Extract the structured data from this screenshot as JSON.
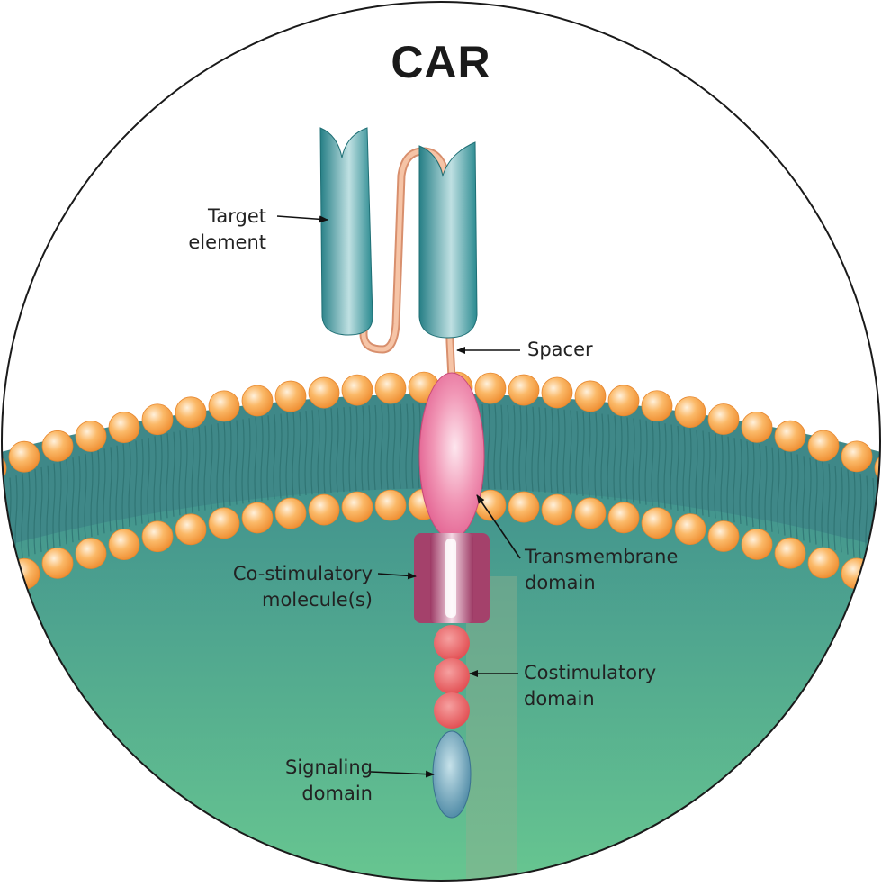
{
  "title": "CAR",
  "labels": {
    "target_element": [
      "Target",
      "element"
    ],
    "spacer": [
      "Spacer"
    ],
    "transmembrane_domain": [
      "Transmembrane",
      "domain"
    ],
    "co_stimulatory_molecules": [
      "Co-stimulatory",
      "molecule(s)"
    ],
    "costimulatory_domain": [
      "Costimulatory",
      "domain"
    ],
    "signaling_domain": [
      "Signaling",
      "domain"
    ]
  },
  "colors": {
    "lipid_head": "#f6a24a",
    "membrane_core": "#3f8b8a",
    "cytoplasm_top": "#3e8f8e",
    "cytoplasm_bottom": "#66c58e",
    "target_element": "#2d8d93",
    "spacer": "#f4b895",
    "transmembrane": "#e76992",
    "co_stimulatory": "#a8436e",
    "costimulatory_bead": "#e8585a",
    "signaling": "#4f8fa7"
  }
}
